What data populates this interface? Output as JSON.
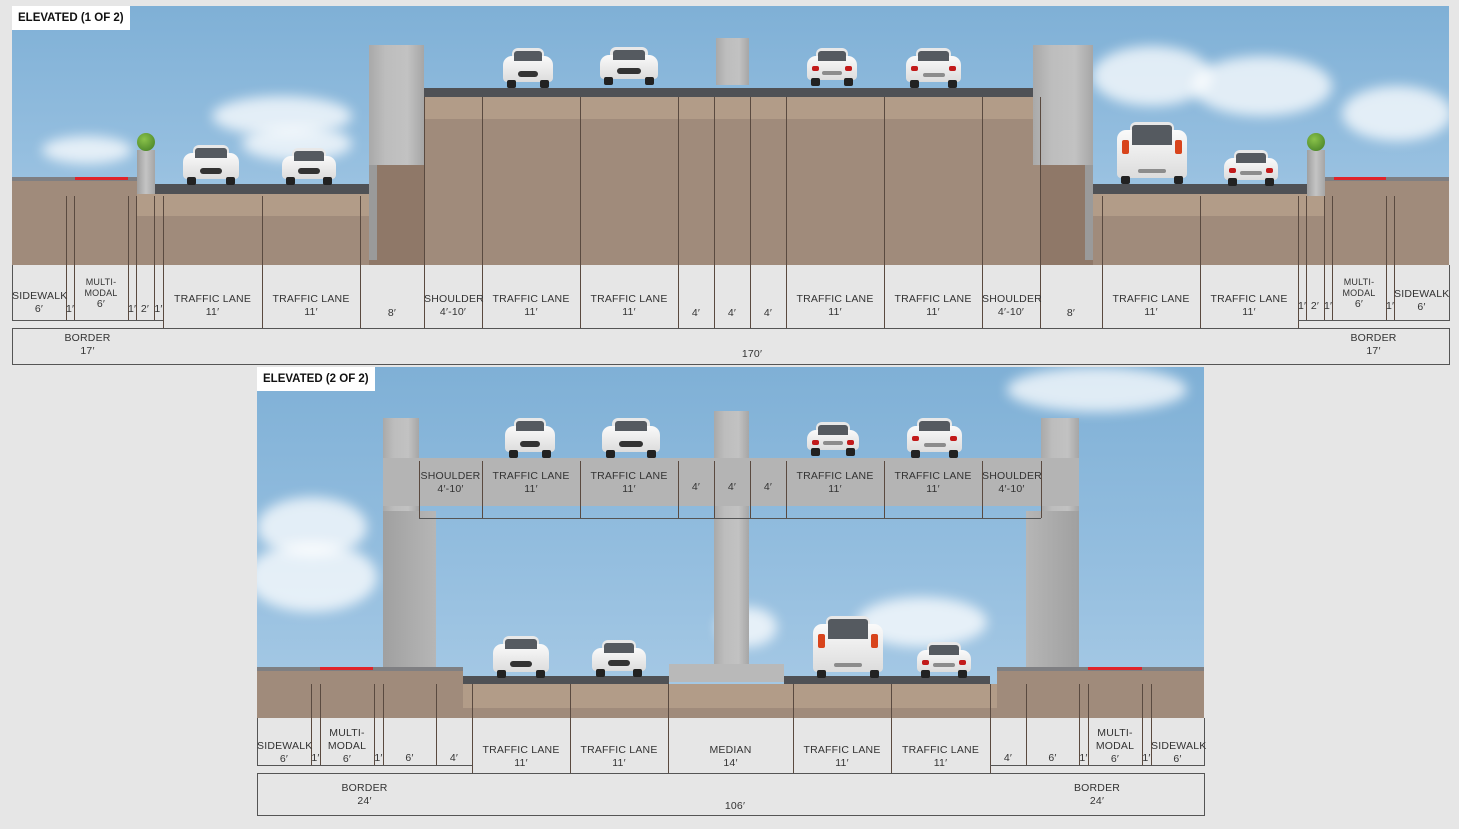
{
  "diagrams": [
    {
      "title": "ELEVATED (1 OF 2)",
      "segments": [
        {
          "label": "SIDEWALK",
          "dim": "6′"
        },
        {
          "label": "",
          "dim": "1′"
        },
        {
          "label": "MULTI-\nMODAL",
          "dim": "6′"
        },
        {
          "label": "",
          "dim": "1′"
        },
        {
          "label": "",
          "dim": "2′"
        },
        {
          "label": "",
          "dim": "1′"
        },
        {
          "label": "TRAFFIC LANE",
          "dim": "11′"
        },
        {
          "label": "TRAFFIC LANE",
          "dim": "11′"
        },
        {
          "label": "",
          "dim": "8′"
        },
        {
          "label": "SHOULDER",
          "dim": "4′-10′"
        },
        {
          "label": "TRAFFIC LANE",
          "dim": "11′"
        },
        {
          "label": "TRAFFIC LANE",
          "dim": "11′"
        },
        {
          "label": "",
          "dim": "4′"
        },
        {
          "label": "",
          "dim": "4′"
        },
        {
          "label": "",
          "dim": "4′"
        },
        {
          "label": "TRAFFIC LANE",
          "dim": "11′"
        },
        {
          "label": "TRAFFIC LANE",
          "dim": "11′"
        },
        {
          "label": "SHOULDER",
          "dim": "4′-10′"
        },
        {
          "label": "",
          "dim": "8′"
        },
        {
          "label": "TRAFFIC LANE",
          "dim": "11′"
        },
        {
          "label": "TRAFFIC LANE",
          "dim": "11′"
        },
        {
          "label": "",
          "dim": "1′"
        },
        {
          "label": "",
          "dim": "2′"
        },
        {
          "label": "",
          "dim": "1′"
        },
        {
          "label": "MULTI-\nMODAL",
          "dim": "6′"
        },
        {
          "label": "",
          "dim": "1′"
        },
        {
          "label": "SIDEWALK",
          "dim": "6′"
        }
      ],
      "border_left": {
        "label": "BORDER",
        "dim": "17′"
      },
      "border_right": {
        "label": "BORDER",
        "dim": "17′"
      },
      "total": "170′"
    },
    {
      "title": "ELEVATED (2 OF 2)",
      "upper_deck_segments": [
        {
          "label": "SHOULDER",
          "dim": "4′-10′"
        },
        {
          "label": "TRAFFIC LANE",
          "dim": "11′"
        },
        {
          "label": "TRAFFIC LANE",
          "dim": "11′"
        },
        {
          "label": "",
          "dim": "4′"
        },
        {
          "label": "",
          "dim": "4′"
        },
        {
          "label": "",
          "dim": "4′"
        },
        {
          "label": "TRAFFIC LANE",
          "dim": "11′"
        },
        {
          "label": "TRAFFIC LANE",
          "dim": "11′"
        },
        {
          "label": "SHOULDER",
          "dim": "4′-10′"
        }
      ],
      "segments": [
        {
          "label": "SIDEWALK",
          "dim": "6′"
        },
        {
          "label": "",
          "dim": "1′"
        },
        {
          "label": "MULTI-\nMODAL",
          "dim": "6′"
        },
        {
          "label": "",
          "dim": "1′"
        },
        {
          "label": "",
          "dim": "6′"
        },
        {
          "label": "",
          "dim": "4′"
        },
        {
          "label": "TRAFFIC LANE",
          "dim": "11′"
        },
        {
          "label": "TRAFFIC LANE",
          "dim": "11′"
        },
        {
          "label": "MEDIAN",
          "dim": "14′"
        },
        {
          "label": "TRAFFIC LANE",
          "dim": "11′"
        },
        {
          "label": "TRAFFIC LANE",
          "dim": "11′"
        },
        {
          "label": "",
          "dim": "4′"
        },
        {
          "label": "",
          "dim": "6′"
        },
        {
          "label": "",
          "dim": "1′"
        },
        {
          "label": "MULTI-\nMODAL",
          "dim": "6′"
        },
        {
          "label": "",
          "dim": "1′"
        },
        {
          "label": "SIDEWALK",
          "dim": "6′"
        }
      ],
      "border_left": {
        "label": "BORDER",
        "dim": "24′"
      },
      "border_right": {
        "label": "BORDER",
        "dim": "24′"
      },
      "total": "106′"
    }
  ],
  "colors": {
    "background": "#e6e6e6",
    "sky": "#8fbadc",
    "soil": "#a08b7b",
    "asphalt": "#4f5155",
    "concrete": "#bdbdbd",
    "bike_lane_marker": "#e0242a"
  }
}
